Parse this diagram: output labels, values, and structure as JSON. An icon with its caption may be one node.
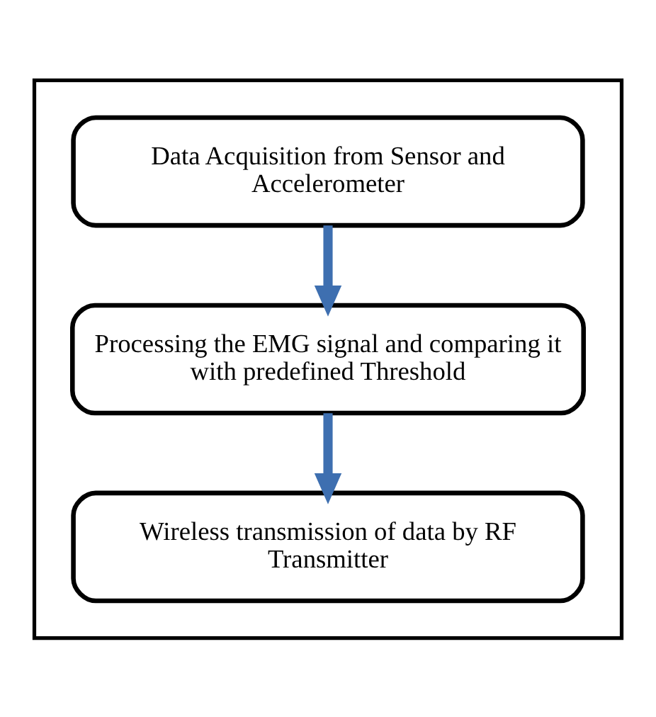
{
  "diagram": {
    "nodes": [
      {
        "text": [],
        "shape": "box"
      },
      {
        "text": [
          "Data Acquisition from Sensor and Accelerometer"
        ],
        "in": 0
      },
      {
        "text": [
          "Processing the EMG signal and comparing it with predefined Threshold"
        ],
        "in": 0
      },
      {
        "text": [
          "Wireless transmission of data by RF Transmitter"
        ],
        "in": 0
      }
    ],
    "edges": [
      {
        "from": 1,
        "to": 2,
        "arrow": "to"
      },
      {
        "from": 2,
        "to": 3,
        "arrow": "to"
      }
    ]
  }
}
